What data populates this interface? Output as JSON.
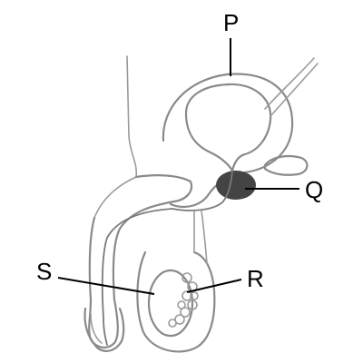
{
  "diagram": {
    "labels": {
      "p": "P",
      "q": "Q",
      "r": "R",
      "s": "S"
    },
    "colors": {
      "outline": "#8a8a8a",
      "gland_fill": "#444444",
      "label": "#000000"
    }
  }
}
